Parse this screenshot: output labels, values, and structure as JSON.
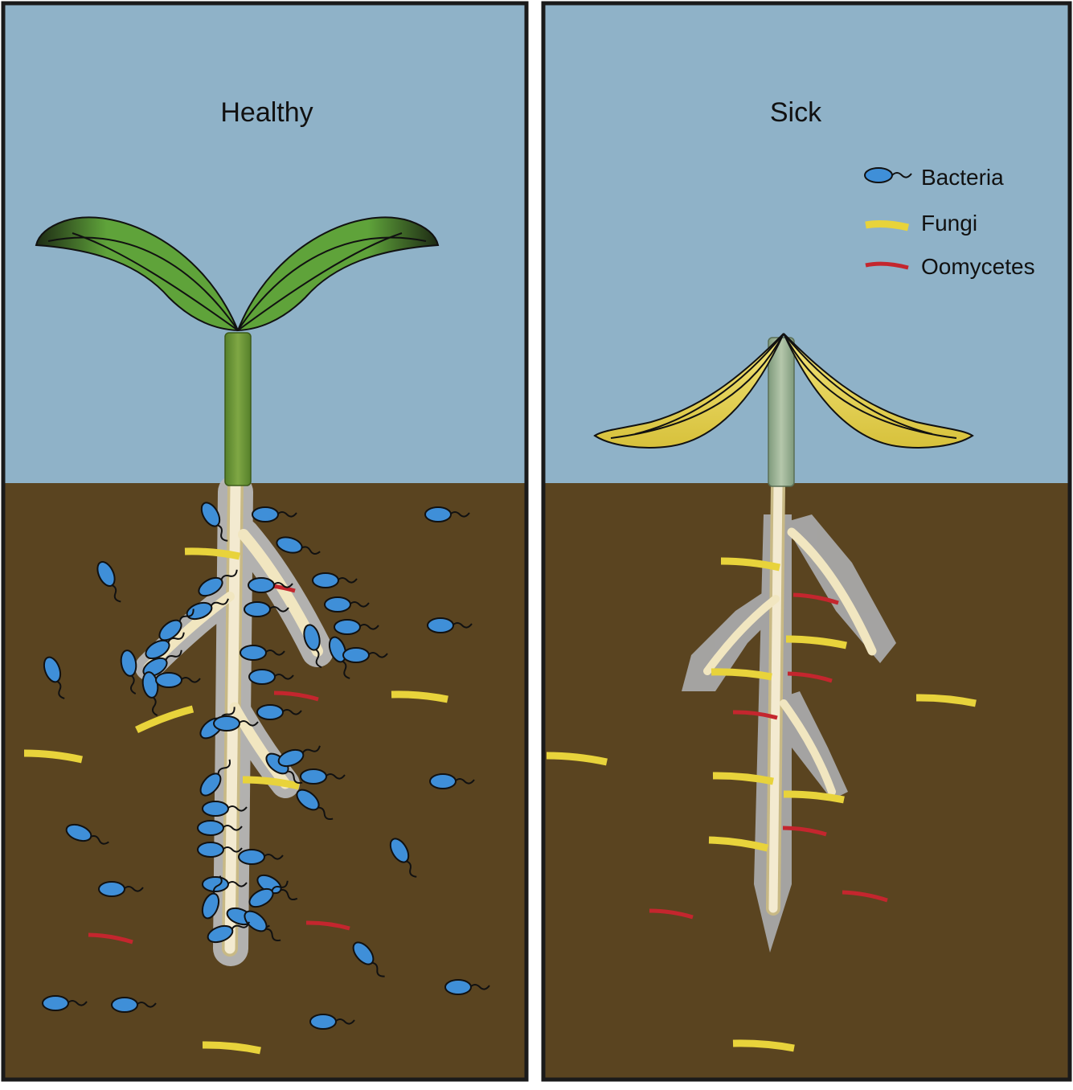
{
  "panels": [
    {
      "title": "Healthy",
      "state": "healthy"
    },
    {
      "title": "Sick",
      "state": "sick"
    }
  ],
  "legend": {
    "items": [
      {
        "label": "Bacteria",
        "kind": "bacterium",
        "color": "#3f8fd8"
      },
      {
        "label": "Fungi",
        "kind": "fungus",
        "color": "#e8d33b"
      },
      {
        "label": "Oomycetes",
        "kind": "oomycete",
        "color": "#c4262e"
      }
    ]
  },
  "colors": {
    "sky": "#8fb2c8",
    "soil": "#5a4420",
    "root": "#f1e6c0",
    "rhizosphere": "#b7b7b7",
    "healthy_leaf": "#5fa33a",
    "sick_leaf": "#e6d24a",
    "stem_healthy": "#6f9a35",
    "stem_sick": "#9fb59a"
  }
}
